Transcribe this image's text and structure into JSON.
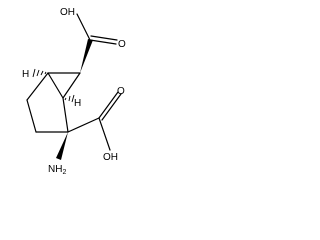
{
  "molecule": {
    "labels": {
      "oh_top": "OH",
      "oh_right": "OH",
      "o_top": "O",
      "o_right": "O",
      "nh2_main": "NH",
      "nh2_sub": "2",
      "h_left": "H",
      "h_mid": "H"
    }
  }
}
